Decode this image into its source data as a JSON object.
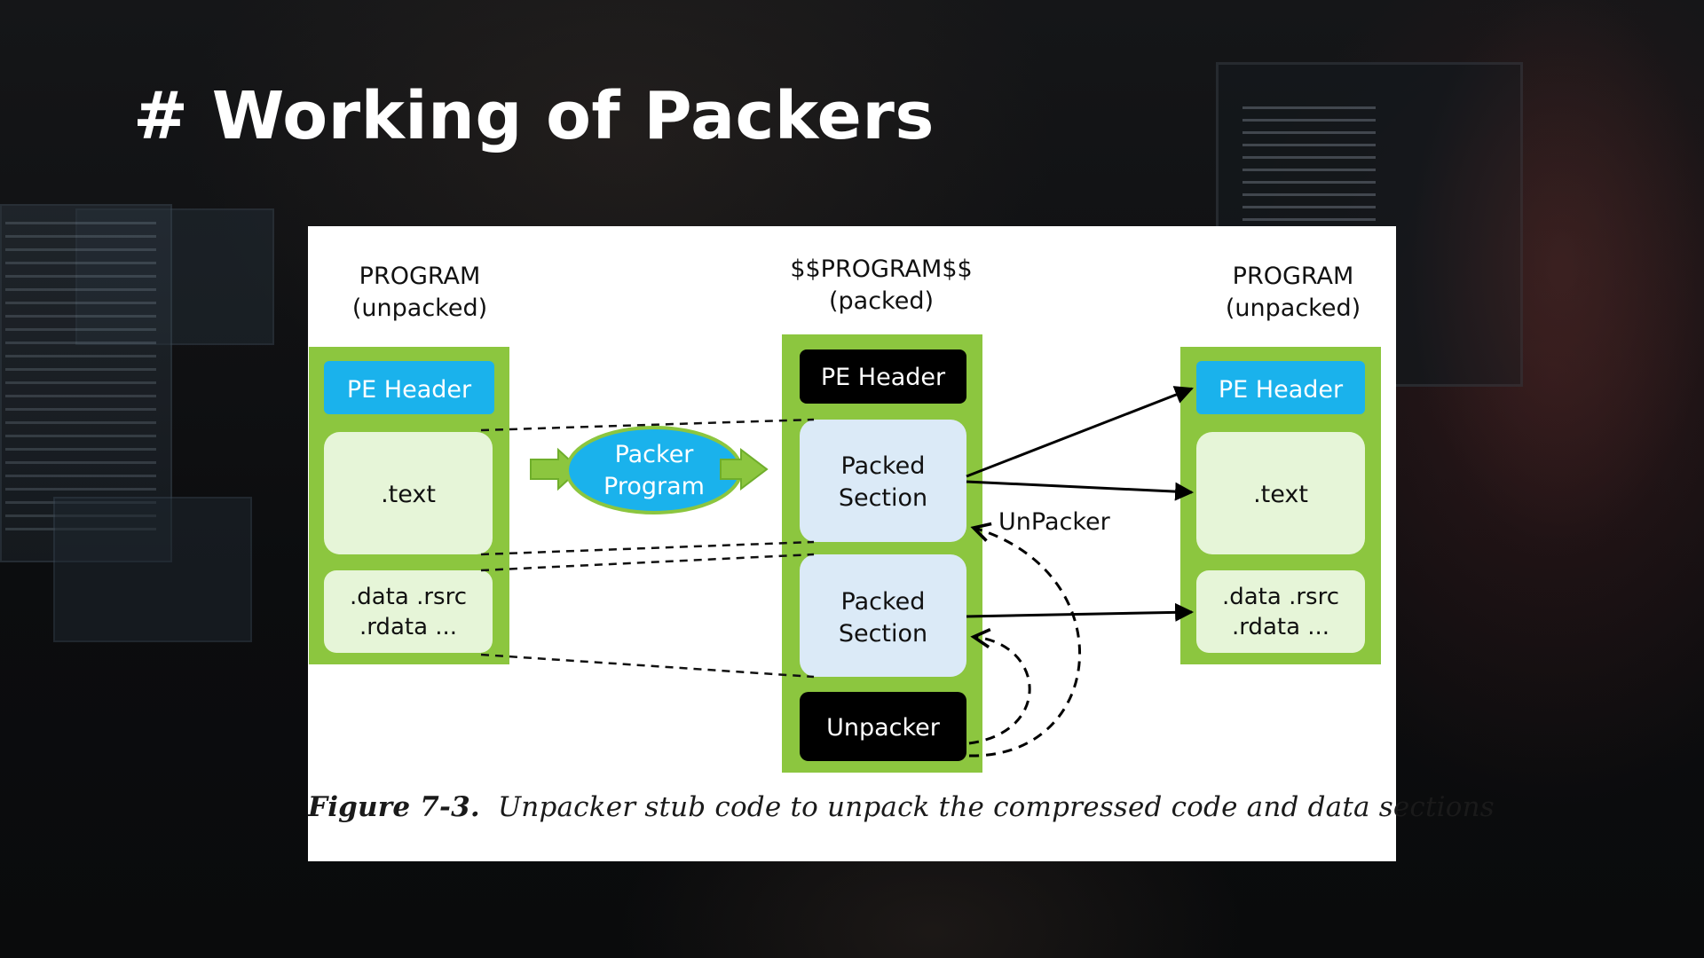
{
  "slide": {
    "title": "# Working of Packers"
  },
  "diagram": {
    "left": {
      "heading_line1": "PROGRAM",
      "heading_line2": "(unpacked)",
      "pe_header": ".",
      "pe_header_label": "PE Header",
      "text_section": ".text",
      "data_line1": ".data .rsrc",
      "data_line2": ".rdata ..."
    },
    "packer": {
      "line1": "Packer",
      "line2": "Program"
    },
    "middle": {
      "heading_line1": "$$PROGRAM$$",
      "heading_line2": "(packed)",
      "pe_header_label": "PE Header",
      "packed1_line1": "Packed",
      "packed1_line2": "Section",
      "packed2_line1": "Packed",
      "packed2_line2": "Section",
      "unpacker_label": "Unpacker"
    },
    "unpacker_annotation": "UnPacker",
    "right": {
      "heading_line1": "PROGRAM",
      "heading_line2": "(unpacked)",
      "pe_header_label": "PE Header",
      "text_section": ".text",
      "data_line1": ".data .rsrc",
      "data_line2": ".rdata ..."
    },
    "caption": {
      "label": "Figure 7-3.",
      "text": "Unpacker stub code to unpack the compressed code and data sections"
    },
    "colors": {
      "green": "#8cc63f",
      "light_green": "#e6f5d8",
      "cyan": "#1ab2ec",
      "packed_blue": "#dbeaf7",
      "black": "#000000"
    }
  }
}
